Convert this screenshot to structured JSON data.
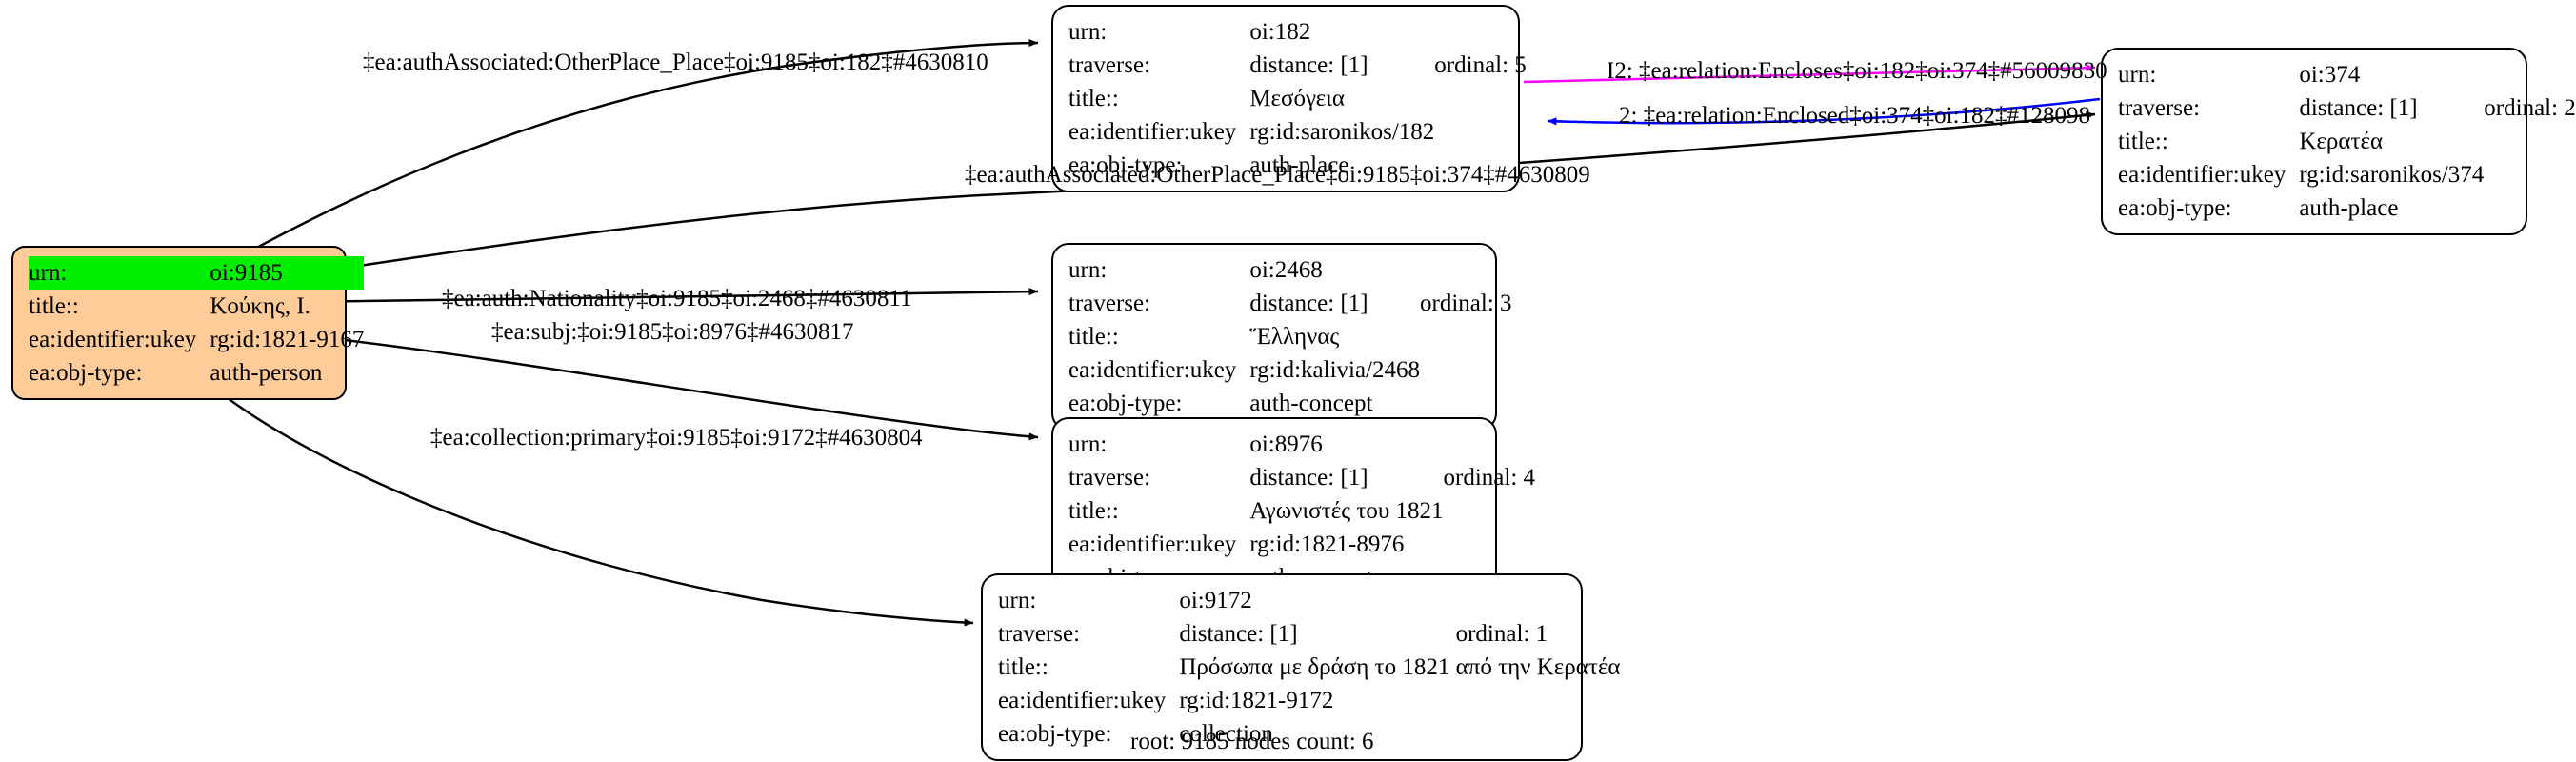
{
  "graph": {
    "caption": "root: 9185 nodes count: 6",
    "colors": {
      "root_fill": "#ffcc99",
      "highlight_fill": "#00ee00",
      "node_stroke": "#000000",
      "edge_default": "#000000",
      "edge_encloses": "#ff00ff",
      "edge_enclosed": "#0000ff"
    },
    "nodes": [
      {
        "id": "root-9185",
        "rows": [
          {
            "key": "urn:",
            "value": "oi:9185",
            "highlight": true
          },
          {
            "key": "title::",
            "value": "Κούκης, Ι."
          },
          {
            "key": "ea:identifier:ukey",
            "value": "rg:id:1821-9167"
          },
          {
            "key": "ea:obj-type:",
            "value": "auth-person"
          }
        ]
      },
      {
        "id": "node-182",
        "rows": [
          {
            "key": "urn:",
            "value": "oi:182"
          },
          {
            "key": "traverse:",
            "value": "distance: [1]",
            "extra": "ordinal: 5"
          },
          {
            "key": "title::",
            "value": "Μεσόγεια"
          },
          {
            "key": "ea:identifier:ukey",
            "value": "rg:id:saronikos/182"
          },
          {
            "key": "ea:obj-type:",
            "value": "auth-place"
          }
        ]
      },
      {
        "id": "node-374",
        "rows": [
          {
            "key": "urn:",
            "value": "oi:374"
          },
          {
            "key": "traverse:",
            "value": "distance: [1]",
            "extra": "ordinal: 2"
          },
          {
            "key": "title::",
            "value": "Κερατέα"
          },
          {
            "key": "ea:identifier:ukey",
            "value": "rg:id:saronikos/374"
          },
          {
            "key": "ea:obj-type:",
            "value": "auth-place"
          }
        ]
      },
      {
        "id": "node-2468",
        "rows": [
          {
            "key": "urn:",
            "value": "oi:2468"
          },
          {
            "key": "traverse:",
            "value": "distance: [1]",
            "extra": "ordinal: 3"
          },
          {
            "key": "title::",
            "value": "Ἕλληνας"
          },
          {
            "key": "ea:identifier:ukey",
            "value": "rg:id:kalivia/2468"
          },
          {
            "key": "ea:obj-type:",
            "value": "auth-concept"
          }
        ]
      },
      {
        "id": "node-8976",
        "rows": [
          {
            "key": "urn:",
            "value": "oi:8976"
          },
          {
            "key": "traverse:",
            "value": "distance: [1]",
            "extra": "ordinal: 4"
          },
          {
            "key": "title::",
            "value": "Αγωνιστές του 1821"
          },
          {
            "key": "ea:identifier:ukey",
            "value": "rg:id:1821-8976"
          },
          {
            "key": "ea:obj-type:",
            "value": "auth-concept"
          }
        ]
      },
      {
        "id": "node-9172",
        "rows": [
          {
            "key": "urn:",
            "value": "oi:9172"
          },
          {
            "key": "traverse:",
            "value": "distance: [1]",
            "extra": "ordinal: 1"
          },
          {
            "key": "title::",
            "value": "Πρόσωπα με δράση το 1821 από την Κερατέα"
          },
          {
            "key": "ea:identifier:ukey",
            "value": "rg:id:1821-9172"
          },
          {
            "key": "ea:obj-type:",
            "value": "collection"
          }
        ]
      }
    ],
    "edge_labels": {
      "assoc_182": "‡ea:authAssociated:OtherPlace_Place‡oi:9185‡oi:182‡#4630810",
      "assoc_374": "‡ea:authAssociated:OtherPlace_Place‡oi:9185‡oi:374‡#4630809",
      "encloses": "I2: ‡ea:relation:Encloses‡oi:182‡oi:374‡#56009830",
      "enclosed": "2: ‡ea:relation:Enclosed‡oi:374‡oi:182‡#128098",
      "nationality": "‡ea:auth:Nationality‡oi:9185‡oi:2468‡#4630811",
      "subj": "‡ea:subj:‡oi:9185‡oi:8976‡#4630817",
      "collection": "‡ea:collection:primary‡oi:9185‡oi:9172‡#4630804"
    }
  }
}
